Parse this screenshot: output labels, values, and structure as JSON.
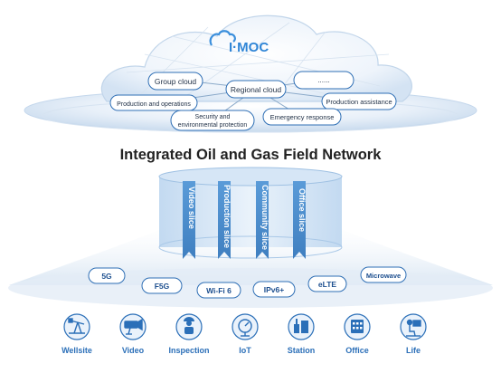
{
  "header": {
    "logo_text": "I·MOC"
  },
  "cloud_nodes": {
    "group_cloud": "Group cloud",
    "ellipsis": "......",
    "regional_cloud": "Regional cloud",
    "production_operations": "Production and operations",
    "production_assistance": "Production assistance",
    "security_line1": "Security and",
    "security_line2": "environmental protection",
    "emergency_response": "Emergency response"
  },
  "title": "Integrated Oil and Gas Field Network",
  "slices": [
    "Video slice",
    "Production slice",
    "Community slice",
    "Office slice"
  ],
  "networks": [
    "5G",
    "F5G",
    "Wi-Fi 6",
    "IPv6+",
    "eLTE",
    "Microwave"
  ],
  "scenarios": [
    {
      "label": "Wellsite",
      "icon": "oil-pump-icon"
    },
    {
      "label": "Video",
      "icon": "camera-icon"
    },
    {
      "label": "Inspection",
      "icon": "worker-icon"
    },
    {
      "label": "IoT",
      "icon": "gauge-icon"
    },
    {
      "label": "Station",
      "icon": "station-icon"
    },
    {
      "label": "Office",
      "icon": "office-icon"
    },
    {
      "label": "Life",
      "icon": "life-icon"
    }
  ],
  "colors": {
    "accent": "#2b6fb8",
    "slice": "#4a8fcf",
    "title": "#222222"
  }
}
